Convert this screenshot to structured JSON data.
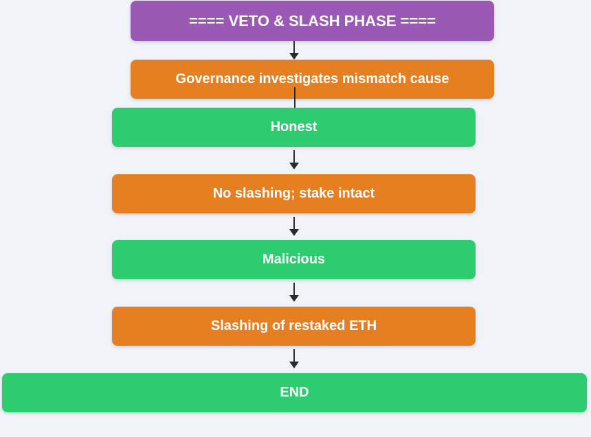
{
  "diagram": {
    "nodes": [
      {
        "id": "veto-slash-phase",
        "label": "==== VETO & SLASH PHASE ====",
        "color": "#9b59b6"
      },
      {
        "id": "governance-investigates",
        "label": "Governance investigates mismatch cause",
        "color": "#e67e22"
      },
      {
        "id": "honest",
        "label": "Honest",
        "color": "#2ecc71"
      },
      {
        "id": "no-slashing",
        "label": "No slashing; stake intact",
        "color": "#e67e22"
      },
      {
        "id": "malicious",
        "label": "Malicious",
        "color": "#2ecc71"
      },
      {
        "id": "slashing",
        "label": "Slashing of restaked ETH",
        "color": "#e67e22"
      },
      {
        "id": "end",
        "label": "END",
        "color": "#2ecc71"
      }
    ],
    "edges": [
      {
        "from": "veto-slash-phase",
        "to": "governance-investigates"
      },
      {
        "from": "governance-investigates",
        "to": "honest"
      },
      {
        "from": "honest",
        "to": "no-slashing"
      },
      {
        "from": "no-slashing",
        "to": "malicious"
      },
      {
        "from": "malicious",
        "to": "slashing"
      },
      {
        "from": "slashing",
        "to": "end"
      }
    ],
    "colors": {
      "phase": "#9b59b6",
      "action": "#e67e22",
      "state": "#2ecc71",
      "connector": "#2b2b2b",
      "background": "#f0f3f8"
    }
  }
}
